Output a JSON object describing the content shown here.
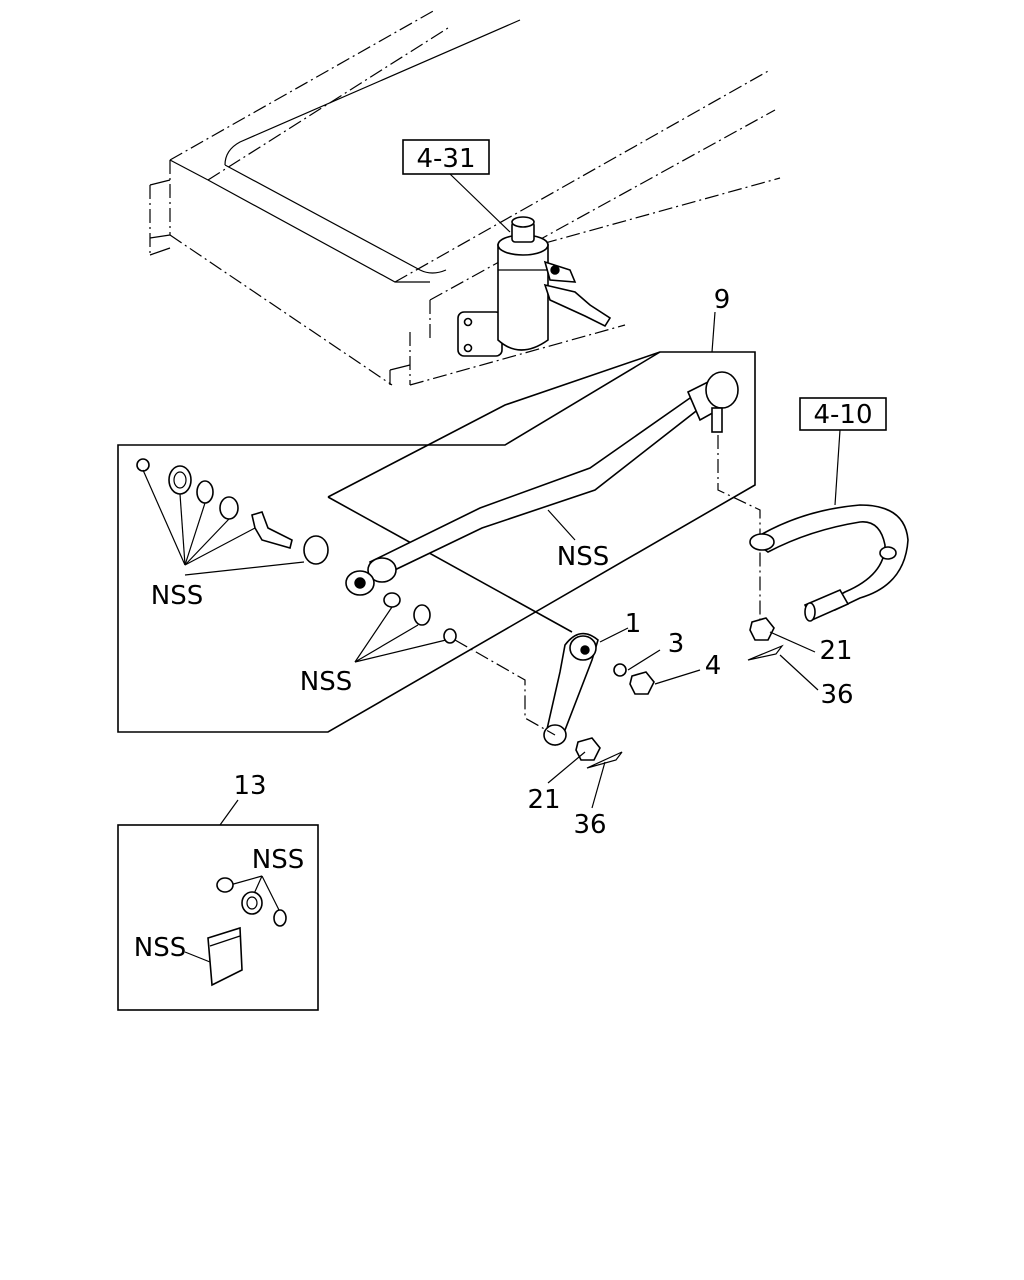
{
  "callouts": {
    "ref_4_31": "4-31",
    "ref_4_10": "4-10",
    "part_9": "9",
    "part_1": "1",
    "part_3": "3",
    "part_4": "4",
    "part_21_a": "21",
    "part_36_a": "36",
    "part_21_b": "21",
    "part_36_b": "36",
    "part_13": "13",
    "nss_rod": "NSS",
    "nss_upper_kit": "NSS",
    "nss_lower_kit": "NSS",
    "nss_box13_top": "NSS",
    "nss_box13_bag": "NSS"
  }
}
